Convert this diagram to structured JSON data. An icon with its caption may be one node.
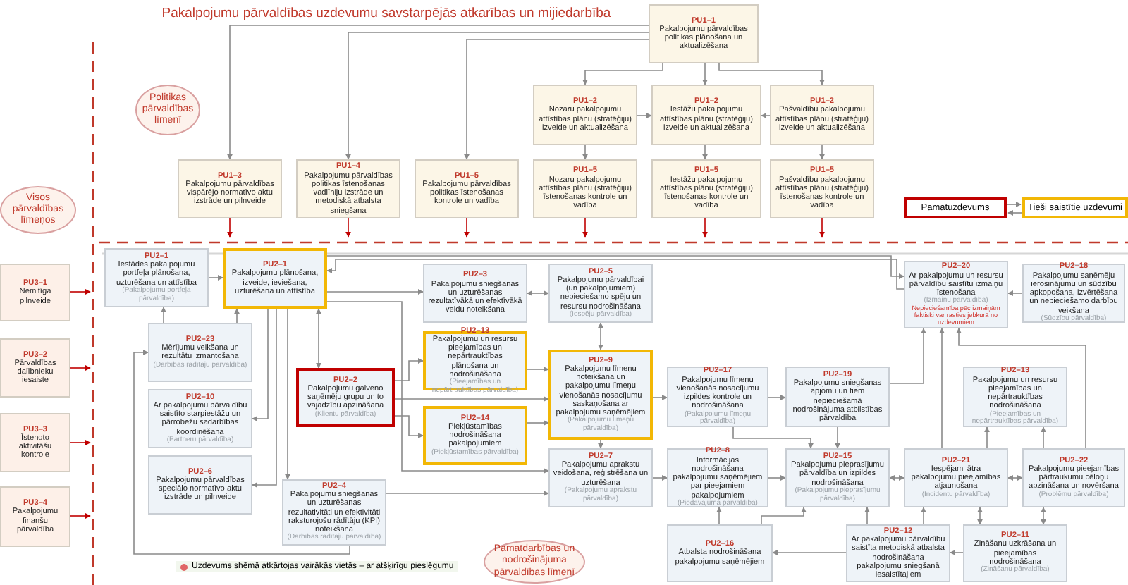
{
  "diagram": {
    "title": "Pakalpojumu pārvaldības uzdevumu savstarpējās atkarības un mijiedarbība",
    "nodes": [
      {
        "text": [
          "PU1–1",
          "Pakalpojumu pārvaldības politikas plānošana un aktualizēšana"
        ]
      },
      {
        "text": [
          "PU1–2",
          "Nozaru pakalpojumu attīstības plānu (stratēģiju) izveide un aktualizēšana"
        ]
      },
      {
        "text": [
          "PU1–2",
          "Iestāžu pakalpojumu attīstības plānu (stratēģiju) izveide un aktualizēšana"
        ]
      },
      {
        "text": [
          "PU1–2",
          "Pašvaldību pakalpojumu attīstības plānu (stratēģiju) izveide un aktualizēšana"
        ]
      },
      {
        "text": [
          "PU1–3",
          "Pakalpojumu pārvaldības vispārējo normatīvo aktu izstrāde un pilnveide"
        ]
      },
      {
        "text": [
          "PU1–4",
          "Pakalpojumu pārvaldības politikas īstenošanas vadlīniju izstrāde un metodiskā atbalsta sniegšana"
        ]
      },
      {
        "text": [
          "PU1–5",
          "Pakalpojumu pārvaldības politikas īstenošanas kontrole un vadība"
        ]
      },
      {
        "text": [
          "PU1–5",
          "Nozaru pakalpojumu attīstības plānu (stratēģiju) īstenošanas kontrole un vadība"
        ]
      },
      {
        "text": [
          "PU1–5",
          "Iestāžu pakalpojumu attīstības plānu (stratēģiju) īstenošanas kontrole un vadība"
        ]
      },
      {
        "text": [
          "PU1–5",
          "Pašvaldību pakalpojumu attīstības plānu (stratēģiju) īstenošanas kontrole un vadība"
        ]
      },
      {
        "text": [
          "PU3–1",
          "Nemitīga pilnveide"
        ]
      },
      {
        "text": [
          "PU3–2",
          "Pārvaldības dalībnieku iesaiste"
        ]
      },
      {
        "text": [
          "PU3–3",
          "Īstenoto aktivitāšu kontrole"
        ]
      },
      {
        "text": [
          "PU3–4",
          "Pakalpojumu finanšu pārvaldība"
        ]
      },
      {
        "text": [
          "PU2–1",
          "Iestādes pakalpojumu portfeļa plānošana, uzturēšana un attīstība",
          "(Pakalpojumu portfeļa pārvaldība)"
        ]
      },
      {
        "text": [
          "PU2–1",
          "Pakalpojumu plānošana, izveide, ieviešana, uzturēšana un attīstība"
        ]
      },
      {
        "text": [
          "PU2–3",
          "Pakalpojumu sniegšanas un uzturēšanas rezultatīvākā un efektīvākā veidu noteikšana"
        ]
      },
      {
        "text": [
          "PU2–5",
          "Pakalpojumu pārvaldībai (un pakalpojumiem) nepieciešamo spēju un resursu nodrošināšana",
          "(Iespēju pārvaldība)"
        ]
      },
      {
        "text": [
          "PU2–20",
          "Ar pakalpojumu un resursu pārvaldību saistītu izmaiņu īstenošana",
          "(Izmaiņu pārvaldība)",
          "Nepieciešamība pēc izmaiņām faktiski var rasties jebkurā no uzdevumiem"
        ]
      },
      {
        "text": [
          "PU2–18",
          "Pakalpojumu saņēmēju ierosinājumu un sūdzību apkopošana, izvērtēšana un nepieciešamo darbību veikšana",
          "(Sūdzību pārvaldība)"
        ]
      },
      {
        "text": [
          "PU2–23",
          "Mērījumu veikšana un rezultātu izmantošana",
          "(Darbības rādītāju pārvaldība)"
        ]
      },
      {
        "text": [
          "PU2–13",
          "Pakalpojumu un resursu pieejamības un nepārtrauktības plānošana un nodrošināšana",
          "(Pieejamības un nepārtrauktības pārvaldība)"
        ]
      },
      {
        "text": [
          "PU2–2",
          "Pakalpojumu galveno saņēmēju grupu un to vajadzību apzināšana",
          "(Klientu pārvaldība)"
        ]
      },
      {
        "text": [
          "PU2–9",
          "Pakalpojumu līmeņu noteikšana un pakalpojumu līmeņu vienošanās nosacījumu saskaņošana ar pakalpojumu saņēmējiem",
          "(Pakalpojumu līmeņu pārvaldība)"
        ]
      },
      {
        "text": [
          "PU2–17",
          "Pakalpojumu līmeņu vienošanās nosacījumu izpildes kontrole un nodrošināšana",
          "(Pakalpojumu līmeņu pārvaldība)"
        ]
      },
      {
        "text": [
          "PU2–19",
          "Pakalpojumu sniegšanas apjomu un tiem nepieciešamā nodrošinājuma atbilstības pārvaldība"
        ]
      },
      {
        "text": [
          "PU2–13",
          "Pakalpojumu un resursu pieejamības un nepārtrauktības nodrošināšana",
          "(Pieejamības un nepārtrauktības pārvaldība)"
        ]
      },
      {
        "text": [
          "PU2–10",
          "Ar pakalpojumu pārvaldību saistīto starpiestāžu un pārrobežu sadarbības koordinēšana",
          "(Partneru pārvaldība)"
        ]
      },
      {
        "text": [
          "PU2–14",
          "Piekļūstamības nodrošināšana pakalpojumiem",
          "(Piekļūstamības pārvaldība)"
        ]
      },
      {
        "text": [
          "PU2–6",
          "Pakalpojumu pārvaldības speciālo normatīvo aktu izstrāde un pilnveide"
        ]
      },
      {
        "text": [
          "PU2–7",
          "Pakalpojumu aprakstu veidošana, reģistrēšana un uzturēšana",
          "(Pakalpojumu aprakstu pārvaldība)"
        ]
      },
      {
        "text": [
          "PU2–8",
          "Informācijas nodrošināšana pakalpojumu saņēmējiem par pieejamiem pakalpojumiem",
          "(Piedāvājuma pārvaldība)"
        ]
      },
      {
        "text": [
          "PU2–15",
          "Pakalpojumu pieprasījumu pārvaldība un izpildes nodrošināšana",
          "(Pakalpojumu pieprasījumu pārvaldība)"
        ]
      },
      {
        "text": [
          "PU2–21",
          "Iespējami ātra pakalpojumu pieejamības atjaunošana",
          "(Incidentu pārvaldība)"
        ]
      },
      {
        "text": [
          "PU2–22",
          "Pakalpojumu pieejamības pārtraukumu cēloņu apzināšana un novēršana",
          "(Problēmu pārvaldība)"
        ]
      },
      {
        "text": [
          "PU2–4",
          "Pakalpojumu sniegšanas un uzturēšanas rezultativitāti un efektivitāti raksturojošu rādītāju (KPI) noteikšana",
          "(Darbības rādītāju pārvaldība)"
        ]
      },
      {
        "text": [
          "PU2–16",
          "Atbalsta nodrošināšana pakalpojumu saņēmējiem"
        ]
      },
      {
        "text": [
          "PU2–12",
          "Ar pakalpojumu pārvaldību saistīta metodiskā atbalsta nodrošināšana pakalpojumu sniegšanā iesaistītajiem"
        ]
      },
      {
        "text": [
          "PU2–11",
          "Zināšanu uzkrāšana un pieejamības nodrošināšana",
          "(Zināšanu pārvaldība)"
        ]
      }
    ],
    "edges": [
      {
        "from": 0,
        "to": 4,
        "arrow": "to"
      },
      {
        "from": 0,
        "to": 5,
        "arrow": "to"
      },
      {
        "from": 0,
        "to": 6,
        "arrow": "to"
      },
      {
        "from": 0,
        "to": 1,
        "arrow": "to"
      },
      {
        "from": 0,
        "to": 2,
        "arrow": "to"
      },
      {
        "from": 0,
        "to": 3,
        "arrow": "to"
      },
      {
        "from": 1,
        "to": 2,
        "arrow": "to"
      },
      {
        "from": 3,
        "to": 2,
        "arrow": "to"
      },
      {
        "from": 1,
        "to": 7,
        "arrow": "to"
      },
      {
        "from": 2,
        "to": 8,
        "arrow": "to"
      },
      {
        "from": 3,
        "to": 9,
        "arrow": "to"
      },
      {
        "from": 4,
        "to": null,
        "arrow": "to",
        "color": "#c00000"
      },
      {
        "from": 5,
        "to": null,
        "arrow": "to",
        "color": "#c00000"
      },
      {
        "from": 6,
        "to": null,
        "arrow": "to",
        "color": "#c00000"
      },
      {
        "from": 7,
        "to": null,
        "arrow": "to",
        "color": "#c00000"
      },
      {
        "from": 8,
        "to": null,
        "arrow": "to",
        "color": "#c00000"
      },
      {
        "from": 9,
        "to": null,
        "arrow": "to",
        "color": "#c00000"
      },
      {
        "from": 10,
        "to": null,
        "arrow": "to",
        "color": "#c00000"
      },
      {
        "from": 11,
        "to": null,
        "arrow": "to",
        "color": "#c00000"
      },
      {
        "from": 12,
        "to": null,
        "arrow": "to",
        "color": "#c00000"
      },
      {
        "from": 13,
        "to": null,
        "arrow": "to",
        "color": "#c00000"
      },
      {
        "from": 14,
        "to": 15,
        "arrow": "to"
      },
      {
        "from": 20,
        "to": 14,
        "arrow": "to"
      },
      {
        "from": 20,
        "to": 15,
        "arrow": "to"
      },
      {
        "from": 35,
        "to": 20,
        "arrow": "to"
      },
      {
        "from": 15,
        "to": 16,
        "arrow": "to"
      },
      {
        "from": 16,
        "to": 17,
        "arrow": "both"
      },
      {
        "from": 18,
        "to": 15,
        "arrow": "to"
      },
      {
        "from": 15,
        "to": 18,
        "arrow": "to"
      },
      {
        "from": 19,
        "to": 18,
        "arrow": "to"
      },
      {
        "from": 15,
        "to": 22,
        "arrow": "both"
      },
      {
        "from": 15,
        "to": 27,
        "arrow": "to"
      },
      {
        "from": 15,
        "to": 29,
        "arrow": "to"
      },
      {
        "from": 15,
        "to": 35,
        "arrow": "to"
      },
      {
        "from": 22,
        "to": 21,
        "arrow": "to"
      },
      {
        "from": 22,
        "to": 28,
        "arrow": "to"
      },
      {
        "from": 22,
        "to": 23,
        "arrow": "to"
      },
      {
        "from": 21,
        "to": 23,
        "arrow": "to"
      },
      {
        "from": 28,
        "to": 23,
        "arrow": "to"
      },
      {
        "from": 17,
        "to": 23,
        "arrow": "both"
      },
      {
        "from": 23,
        "to": 24,
        "arrow": "to"
      },
      {
        "from": 23,
        "to": 30,
        "arrow": "to"
      },
      {
        "from": 15,
        "to": 30,
        "arrow": "to"
      },
      {
        "from": 35,
        "to": 30,
        "arrow": "to"
      },
      {
        "from": 30,
        "to": 31,
        "arrow": "to"
      },
      {
        "from": 24,
        "to": 25,
        "arrow": "to"
      },
      {
        "from": 24,
        "to": 32,
        "arrow": "to"
      },
      {
        "from": 25,
        "to": 32,
        "arrow": "to"
      },
      {
        "from": 25,
        "to": 18,
        "arrow": "to"
      },
      {
        "from": 31,
        "to": 32,
        "arrow": "to"
      },
      {
        "from": 32,
        "to": 33,
        "arrow": "both"
      },
      {
        "from": 33,
        "to": 34,
        "arrow": "both"
      },
      {
        "from": 33,
        "to": 26,
        "arrow": "to"
      },
      {
        "from": 34,
        "to": 26,
        "arrow": "to"
      },
      {
        "from": 33,
        "to": 18,
        "arrow": "to"
      },
      {
        "from": 34,
        "to": 18,
        "arrow": "to"
      },
      {
        "from": 36,
        "to": 31,
        "arrow": "to"
      },
      {
        "from": 36,
        "to": 32,
        "arrow": "to"
      },
      {
        "from": 37,
        "to": 36,
        "arrow": "to"
      },
      {
        "from": 37,
        "to": 32,
        "arrow": "to"
      },
      {
        "from": 37,
        "to": 33,
        "arrow": "to"
      },
      {
        "from": 38,
        "to": 37,
        "arrow": "to"
      },
      {
        "from": 38,
        "to": 33,
        "arrow": "both"
      },
      {
        "from": 38,
        "to": 34,
        "arrow": "both"
      }
    ],
    "labels": [
      "Politikas pārvaldības līmenī",
      "Visos pārvaldības līmeņos",
      "Pamatdarbības un nodrošinājuma pārvaldības līmenī"
    ],
    "legend": [
      {
        "text": "Pamatuzdevums"
      },
      {
        "text": "Tieši saistītie uzdevumi"
      },
      {
        "text": "Uzdevums shēmā atkārtojas vairākās vietās – ar atšķirīgu pieslēgumu",
        "color": "#e06666"
      }
    ]
  }
}
